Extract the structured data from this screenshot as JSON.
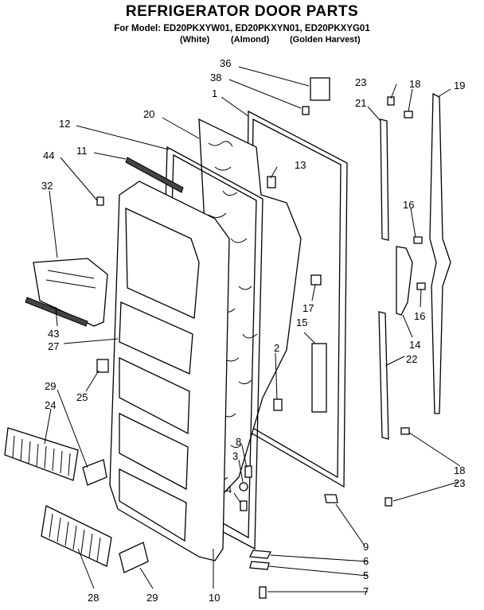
{
  "header": {
    "title": "REFRIGERATOR DOOR PARTS",
    "model_line": "For Model: ED20PKXYW01, ED20PKXYN01, ED20PKXYG01",
    "variants": [
      "(White)",
      "(Almond)",
      "(Golden Harvest)"
    ]
  },
  "callouts": [
    {
      "id": "c36",
      "text": "36"
    },
    {
      "id": "c38",
      "text": "38"
    },
    {
      "id": "c1",
      "text": "1"
    },
    {
      "id": "c20",
      "text": "20"
    },
    {
      "id": "c12",
      "text": "12"
    },
    {
      "id": "c11",
      "text": "11"
    },
    {
      "id": "c44",
      "text": "44"
    },
    {
      "id": "c32",
      "text": "32"
    },
    {
      "id": "c13",
      "text": "13"
    },
    {
      "id": "c23a",
      "text": "23"
    },
    {
      "id": "c18a",
      "text": "18"
    },
    {
      "id": "c19",
      "text": "19"
    },
    {
      "id": "c21",
      "text": "21"
    },
    {
      "id": "c16a",
      "text": "16"
    },
    {
      "id": "c16b",
      "text": "16"
    },
    {
      "id": "c17",
      "text": "17"
    },
    {
      "id": "c15",
      "text": "15"
    },
    {
      "id": "c14",
      "text": "14"
    },
    {
      "id": "c22",
      "text": "22"
    },
    {
      "id": "c43",
      "text": "43"
    },
    {
      "id": "c27",
      "text": "27"
    },
    {
      "id": "c25",
      "text": "25"
    },
    {
      "id": "c2",
      "text": "2"
    },
    {
      "id": "c29a",
      "text": "29"
    },
    {
      "id": "c24",
      "text": "24"
    },
    {
      "id": "c8",
      "text": "8"
    },
    {
      "id": "c3",
      "text": "3"
    },
    {
      "id": "c4",
      "text": "4"
    },
    {
      "id": "c18b",
      "text": "18"
    },
    {
      "id": "c23b",
      "text": "23"
    },
    {
      "id": "c9",
      "text": "9"
    },
    {
      "id": "c6",
      "text": "6"
    },
    {
      "id": "c5",
      "text": "5"
    },
    {
      "id": "c7",
      "text": "7"
    },
    {
      "id": "c28",
      "text": "28"
    },
    {
      "id": "c29b",
      "text": "29"
    },
    {
      "id": "c10",
      "text": "10"
    }
  ]
}
